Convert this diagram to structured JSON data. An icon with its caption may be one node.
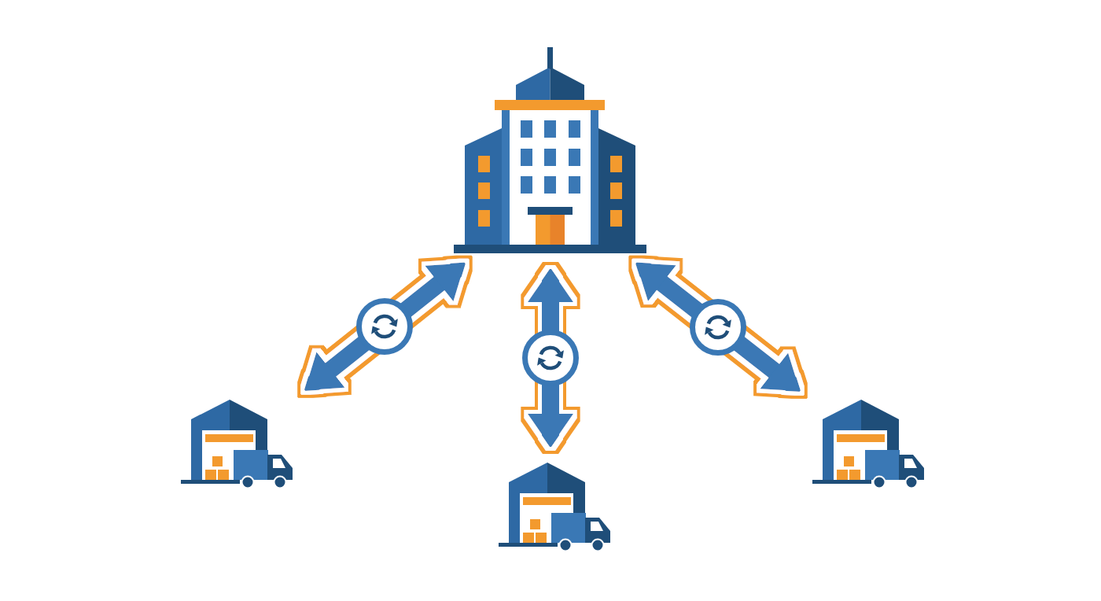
{
  "diagram": {
    "nodes": [
      {
        "text": [],
        "shape": "picture"
      },
      {
        "text": [],
        "shape": "picture"
      },
      {
        "text": [],
        "shape": "picture"
      },
      {
        "text": [],
        "shape": "picture"
      }
    ],
    "edges": [
      {
        "from": 0,
        "to": 1,
        "arrow": "both"
      },
      {
        "from": 0,
        "to": 2,
        "arrow": "both"
      },
      {
        "from": 0,
        "to": 3,
        "arrow": "both"
      }
    ]
  }
}
